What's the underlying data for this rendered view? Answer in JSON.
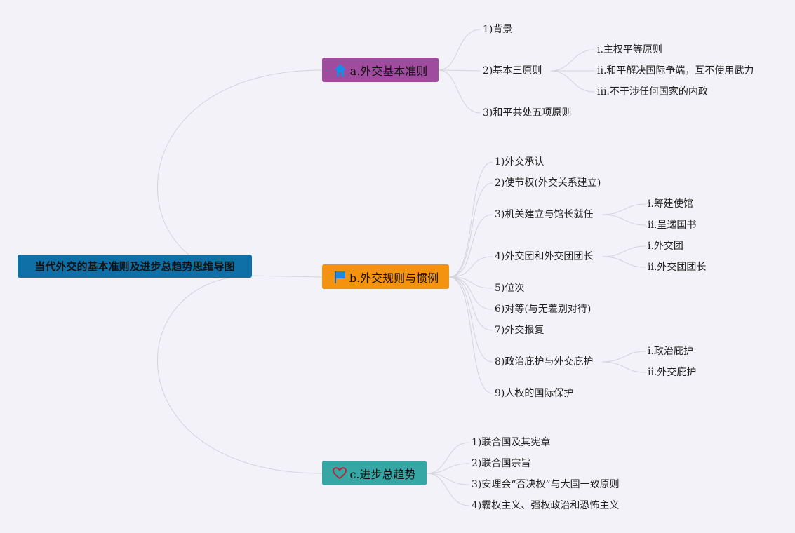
{
  "root": {
    "label": "当代外交的基本准则及进步总趋势思维导图"
  },
  "branches": [
    {
      "label": "a.外交基本准则",
      "icon": "home-icon",
      "color": "#a04c9e",
      "items": [
        {
          "label": "1)背景"
        },
        {
          "label": "2)基本三原则",
          "children": [
            "i.主权平等原则",
            "ii.和平解决国际争端，互不使用武力",
            "iii.不干涉任何国家的内政"
          ]
        },
        {
          "label": "3)和平共处五项原则"
        }
      ]
    },
    {
      "label": "b.外交规则与惯例",
      "icon": "flag-icon",
      "color": "#f3930f",
      "items": [
        {
          "label": "1)外交承认"
        },
        {
          "label": "2)使节权(外交关系建立)"
        },
        {
          "label": "3)机关建立与馆长就任",
          "children": [
            "i.筹建使馆",
            "ii.呈递国书"
          ]
        },
        {
          "label": "4)外交团和外交团团长",
          "children": [
            "i.外交团",
            "ii.外交团团长"
          ]
        },
        {
          "label": "5)位次"
        },
        {
          "label": "6)对等(与无差别对待)"
        },
        {
          "label": "7)外交报复"
        },
        {
          "label": "8)政治庇护与外交庇护",
          "children": [
            "i.政治庇护",
            "ii.外交庇护"
          ]
        },
        {
          "label": "9)人权的国际保护"
        }
      ]
    },
    {
      "label": "c.进步总趋势",
      "icon": "heart-icon",
      "color": "#36a7a4",
      "items": [
        {
          "label": "1)联合国及其宪章"
        },
        {
          "label": "2)联合国宗旨"
        },
        {
          "label": "3)安理会“否决权”与大国一致原则"
        },
        {
          "label": "4)霸权主义、强权政治和恐怖主义"
        }
      ]
    }
  ]
}
